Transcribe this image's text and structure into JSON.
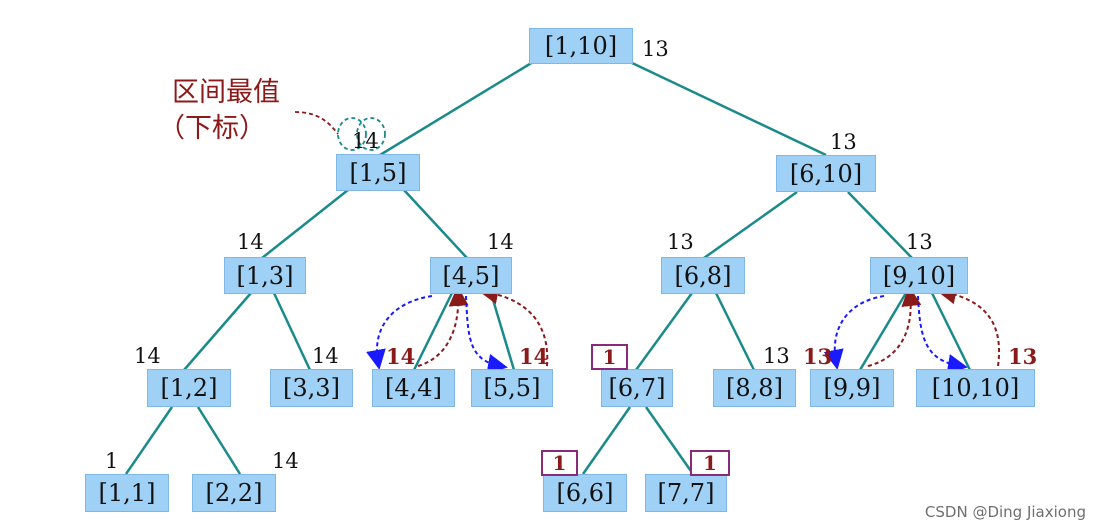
{
  "nodes": {
    "n1_10": "[1,10]",
    "n1_5": "[1,5]",
    "n6_10": "[6,10]",
    "n1_3": "[1,3]",
    "n4_5": "[4,5]",
    "n6_8": "[6,8]",
    "n9_10": "[9,10]",
    "n1_2": "[1,2]",
    "n3_3": "[3,3]",
    "n4_4": "[4,4]",
    "n5_5": "[5,5]",
    "n6_7": "[6,7]",
    "n8_8": "[8,8]",
    "n9_9": "[9,9]",
    "n10_10": "[10,10]",
    "n1_1": "[1,1]",
    "n2_2": "[2,2]",
    "n6_6": "[6,6]",
    "n7_7": "[7,7]"
  },
  "values": {
    "v1_10": "13",
    "v1_5": "14",
    "v6_10": "13",
    "v1_3": "14",
    "v4_5": "14",
    "v6_8": "13",
    "v9_10": "13",
    "v1_2": "14",
    "v3_3": "14",
    "v4_4": "14",
    "v5_5": "14",
    "v6_7": "1",
    "v8_8": "13",
    "v9_9": "13",
    "v10_10": "13",
    "v1_1": "1",
    "v2_2": "14",
    "v6_6": "1",
    "v7_7": "1"
  },
  "annotation": {
    "line1": "区间最值",
    "line2": "（下标）"
  },
  "colors": {
    "node_fill": "#9fd0f5",
    "edge": "#1b8a8a",
    "arrow_down": "#1a1aff",
    "arrow_up": "#8b1a1a",
    "highlight_box": "#8a2a7a"
  },
  "watermark": "CSDN @Ding Jiaxiong"
}
